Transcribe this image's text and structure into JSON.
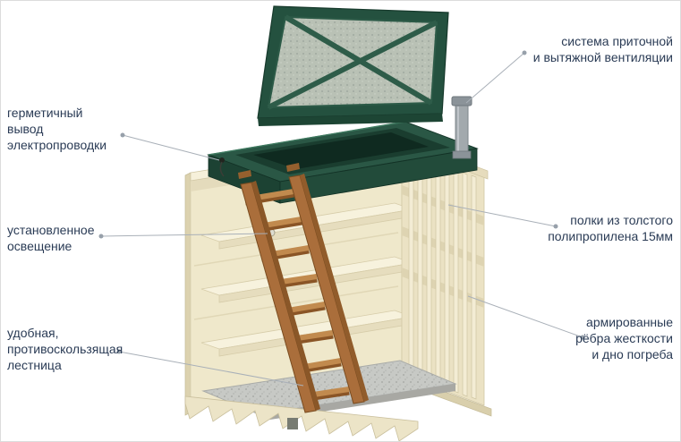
{
  "illustration": {
    "subject": "plastic-cellar-cutaway-infographic",
    "parts": [
      "ventilation-pipe",
      "hermetic-wiring-gland",
      "open-green-lid",
      "green-hatch-base",
      "interior-lamp",
      "wooden-ladder",
      "polypropylene-shelves",
      "stiffening-ribs",
      "concrete-floor",
      "ribbed-bottom"
    ]
  },
  "colors": {
    "lid_green": "#24513f",
    "hatch_green": "#2a5745",
    "body_cream": "#efe8cb",
    "shelf_cream": "#f7f2dd",
    "ladder_wood": "#aa6e3b",
    "concrete_gray": "#c7c9c5",
    "pipe_gray": "#a2a9ad",
    "leader_gray": "#a9b0b8",
    "leader_dot": "#97a0aa",
    "text_color": "#2a3b55"
  },
  "callouts": {
    "left": [
      {
        "id": "wiring",
        "text": "герметичный\nвывод\nэлектропроводки"
      },
      {
        "id": "lighting",
        "text": "установленное\nосвещение"
      },
      {
        "id": "ladder",
        "text": "удобная,\nпротивоскользящая\nлестница"
      }
    ],
    "right": [
      {
        "id": "ventilation",
        "text": "система приточной\nи вытяжной вентиляции"
      },
      {
        "id": "shelves",
        "text": "полки из толстого\nполипропилена 15мм"
      },
      {
        "id": "ribs",
        "text": "армированные\nрёбра жесткости\nи дно погреба"
      }
    ]
  }
}
